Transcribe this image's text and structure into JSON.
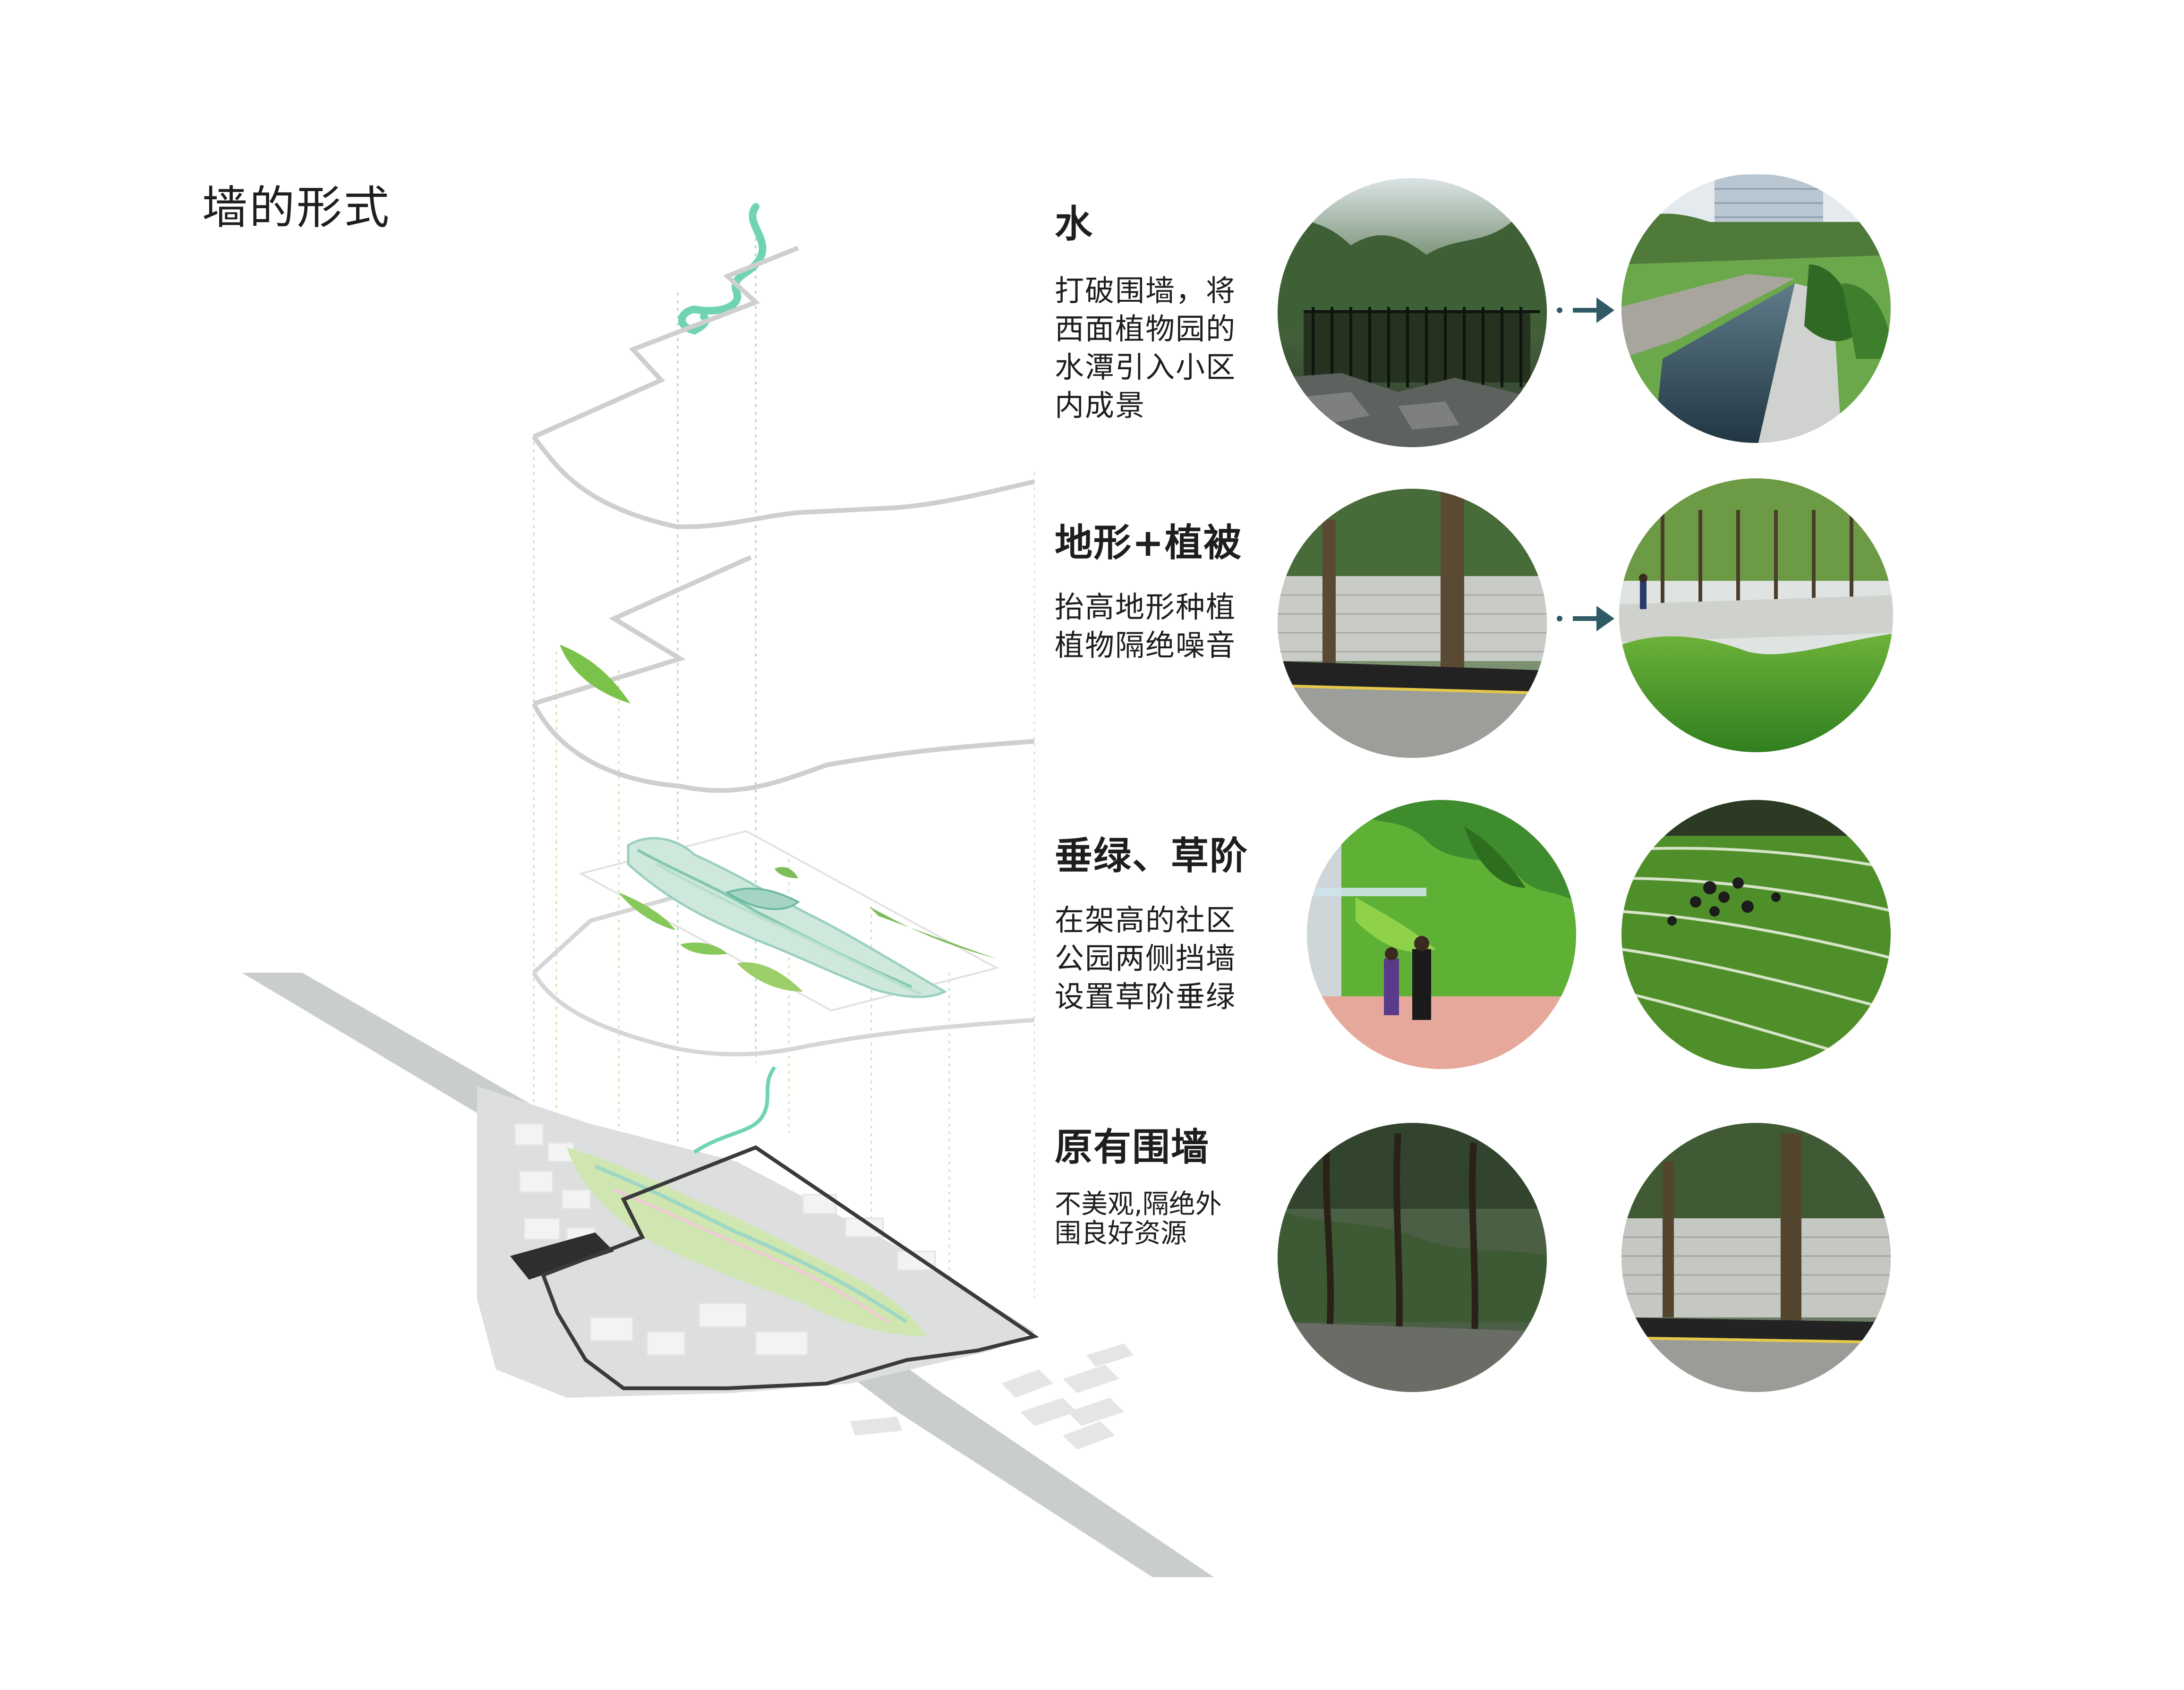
{
  "page": {
    "title": "墙的形式"
  },
  "rows": [
    {
      "title": "水",
      "desc_lines": [
        "打破围墙，将",
        "西面植物园的",
        "水潭引入小区",
        "内成景"
      ],
      "has_arrow": true,
      "before_photo": "garden-fence-photo",
      "after_photo": "water-channel-photo"
    },
    {
      "title": "地形+植被",
      "desc_lines": [
        "抬高地形种植",
        "植物隔绝噪音"
      ],
      "has_arrow": true,
      "before_photo": "wall-with-trees-photo",
      "after_photo": "grass-mound-photo"
    },
    {
      "title": "垂绿、草阶",
      "desc_lines": [
        "在架高的社区",
        "公园两侧挡墙",
        "设置草阶垂绿"
      ],
      "has_arrow": false,
      "before_photo": "green-wall-photo",
      "after_photo": "grass-steps-photo"
    },
    {
      "title": "原有围墙",
      "desc_lines": [
        "不美观,隔绝外",
        "围良好资源"
      ],
      "has_arrow": false,
      "before_photo": "existing-trees-photo",
      "after_photo": "existing-wall-photo"
    }
  ],
  "colors": {
    "text": "#1e1e1e",
    "arrow": "#2f5a66",
    "water": "#6fd3b4",
    "layer_line": "#cfcfcf",
    "base": "#dcdfdd",
    "road": "#c9cdcb",
    "boundary": "#3a3a3a"
  }
}
